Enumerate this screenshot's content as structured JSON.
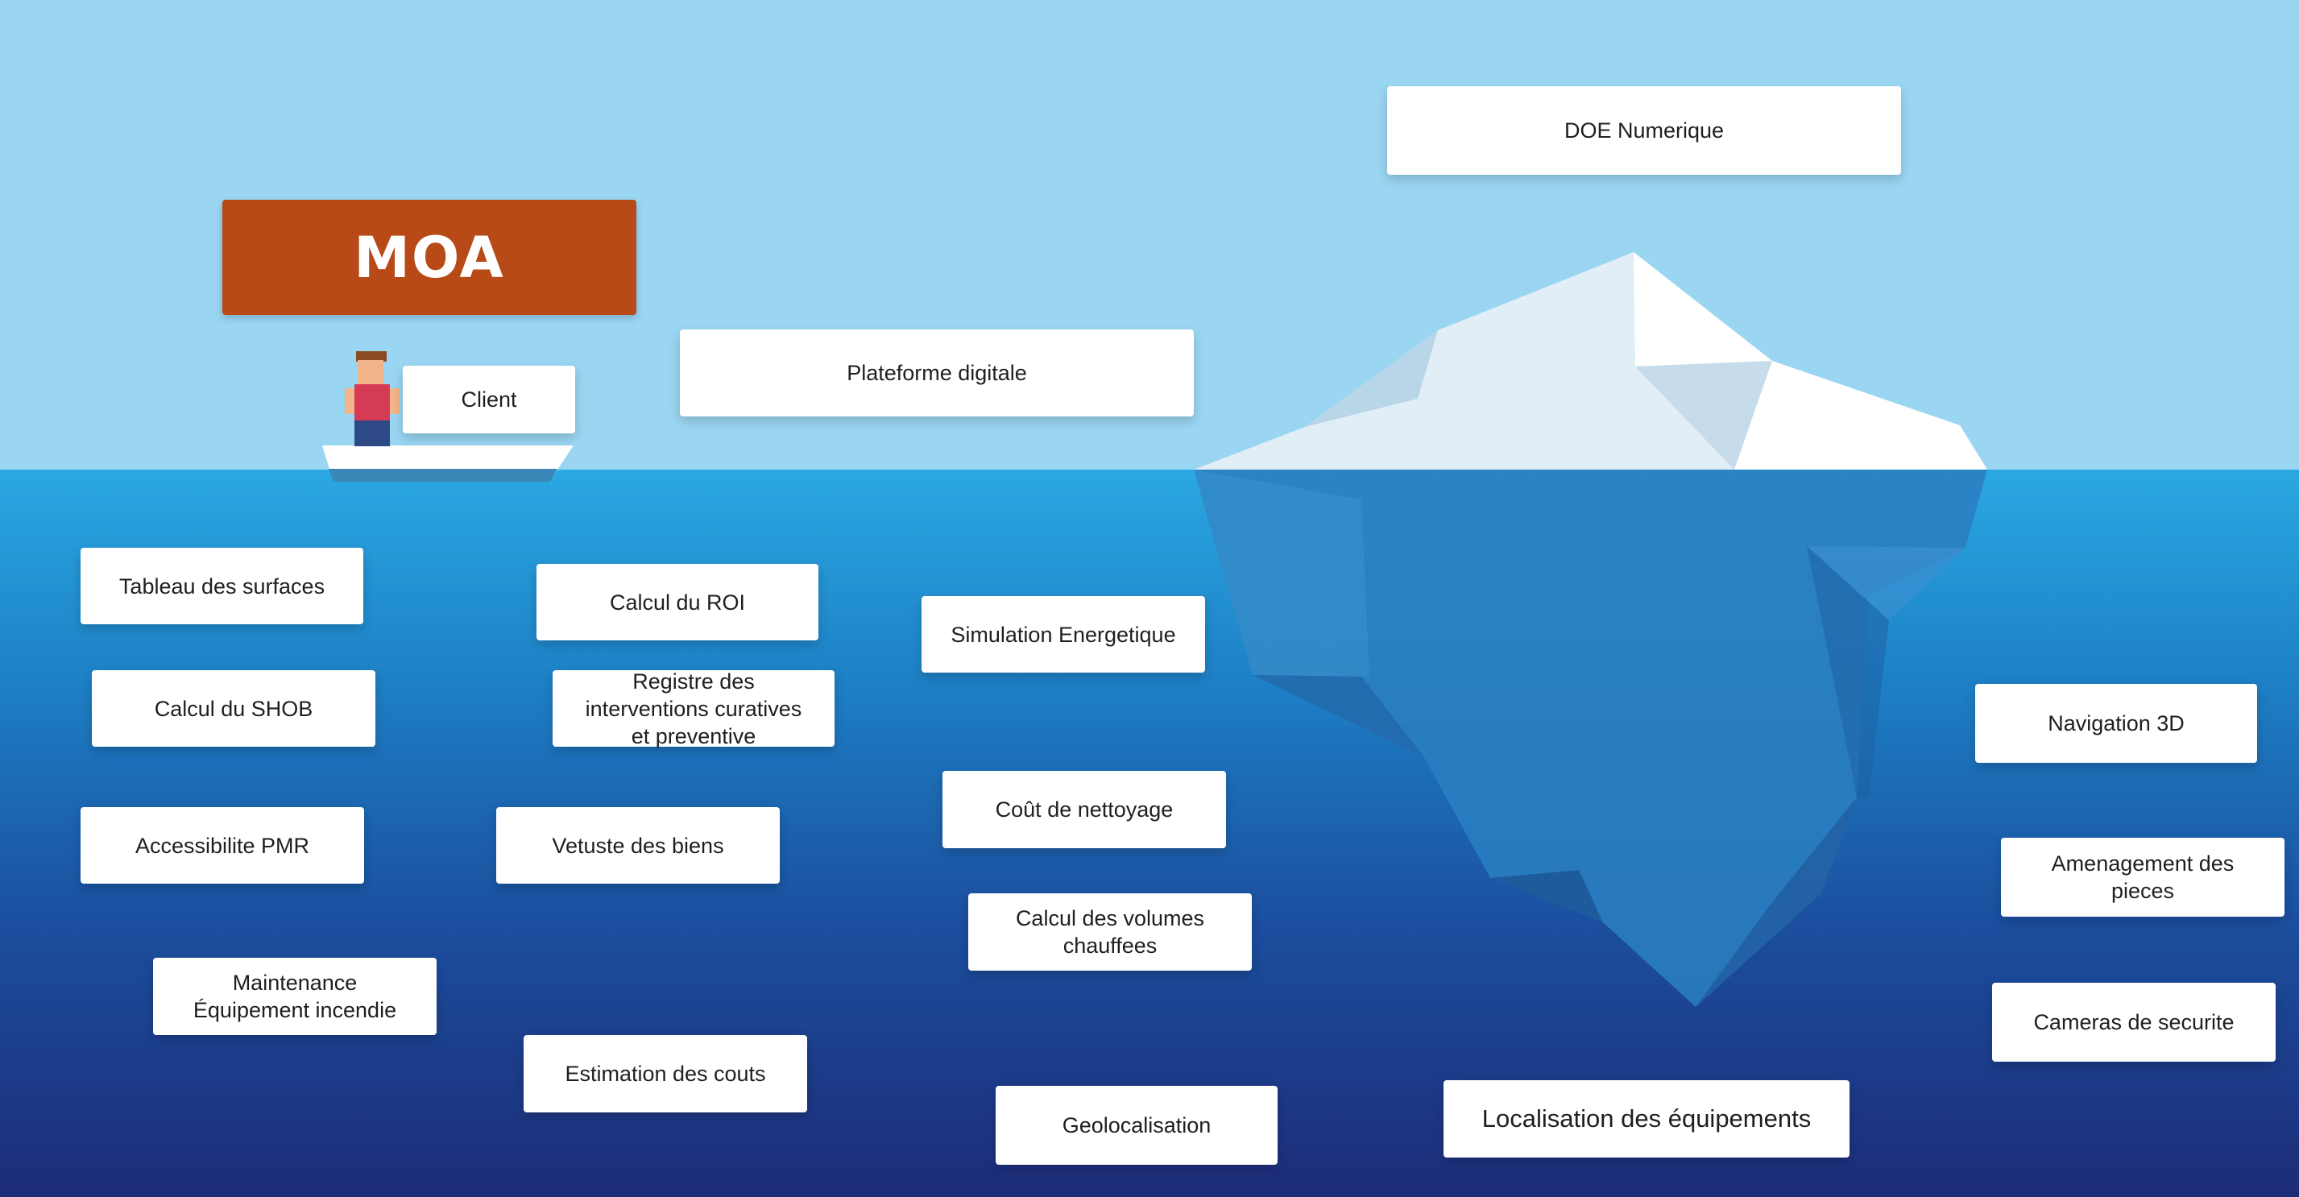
{
  "title": "MOA",
  "client": "Client",
  "items": {
    "doe": "DOE Numerique",
    "plateforme": "Plateforme digitale",
    "tableau": "Tableau des surfaces",
    "roi": "Calcul du ROI",
    "simulation": "Simulation Energetique",
    "shob": "Calcul du SHOB",
    "registre": "Registre des\ninterventions curatives\net preventive",
    "navigation": "Navigation 3D",
    "cout_nettoyage": "Coût de nettoyage",
    "pmr": "Accessibilite PMR",
    "vetuste": "Vetuste des biens",
    "amenagement": "Amenagement des\npieces",
    "volumes": "Calcul des volumes\nchauffees",
    "maintenance": "Maintenance\nÉquipement incendie",
    "cameras": "Cameras de securite",
    "estimation": "Estimation des couts",
    "localisation": "Localisation des équipements",
    "geolocalisation": "Geolocalisation"
  },
  "colors": {
    "sky": "#9ad6f2",
    "sea_top": "#2aa8e2",
    "sea_bottom": "#1d2c78",
    "moa": "#b84a18",
    "card": "#ffffff"
  }
}
